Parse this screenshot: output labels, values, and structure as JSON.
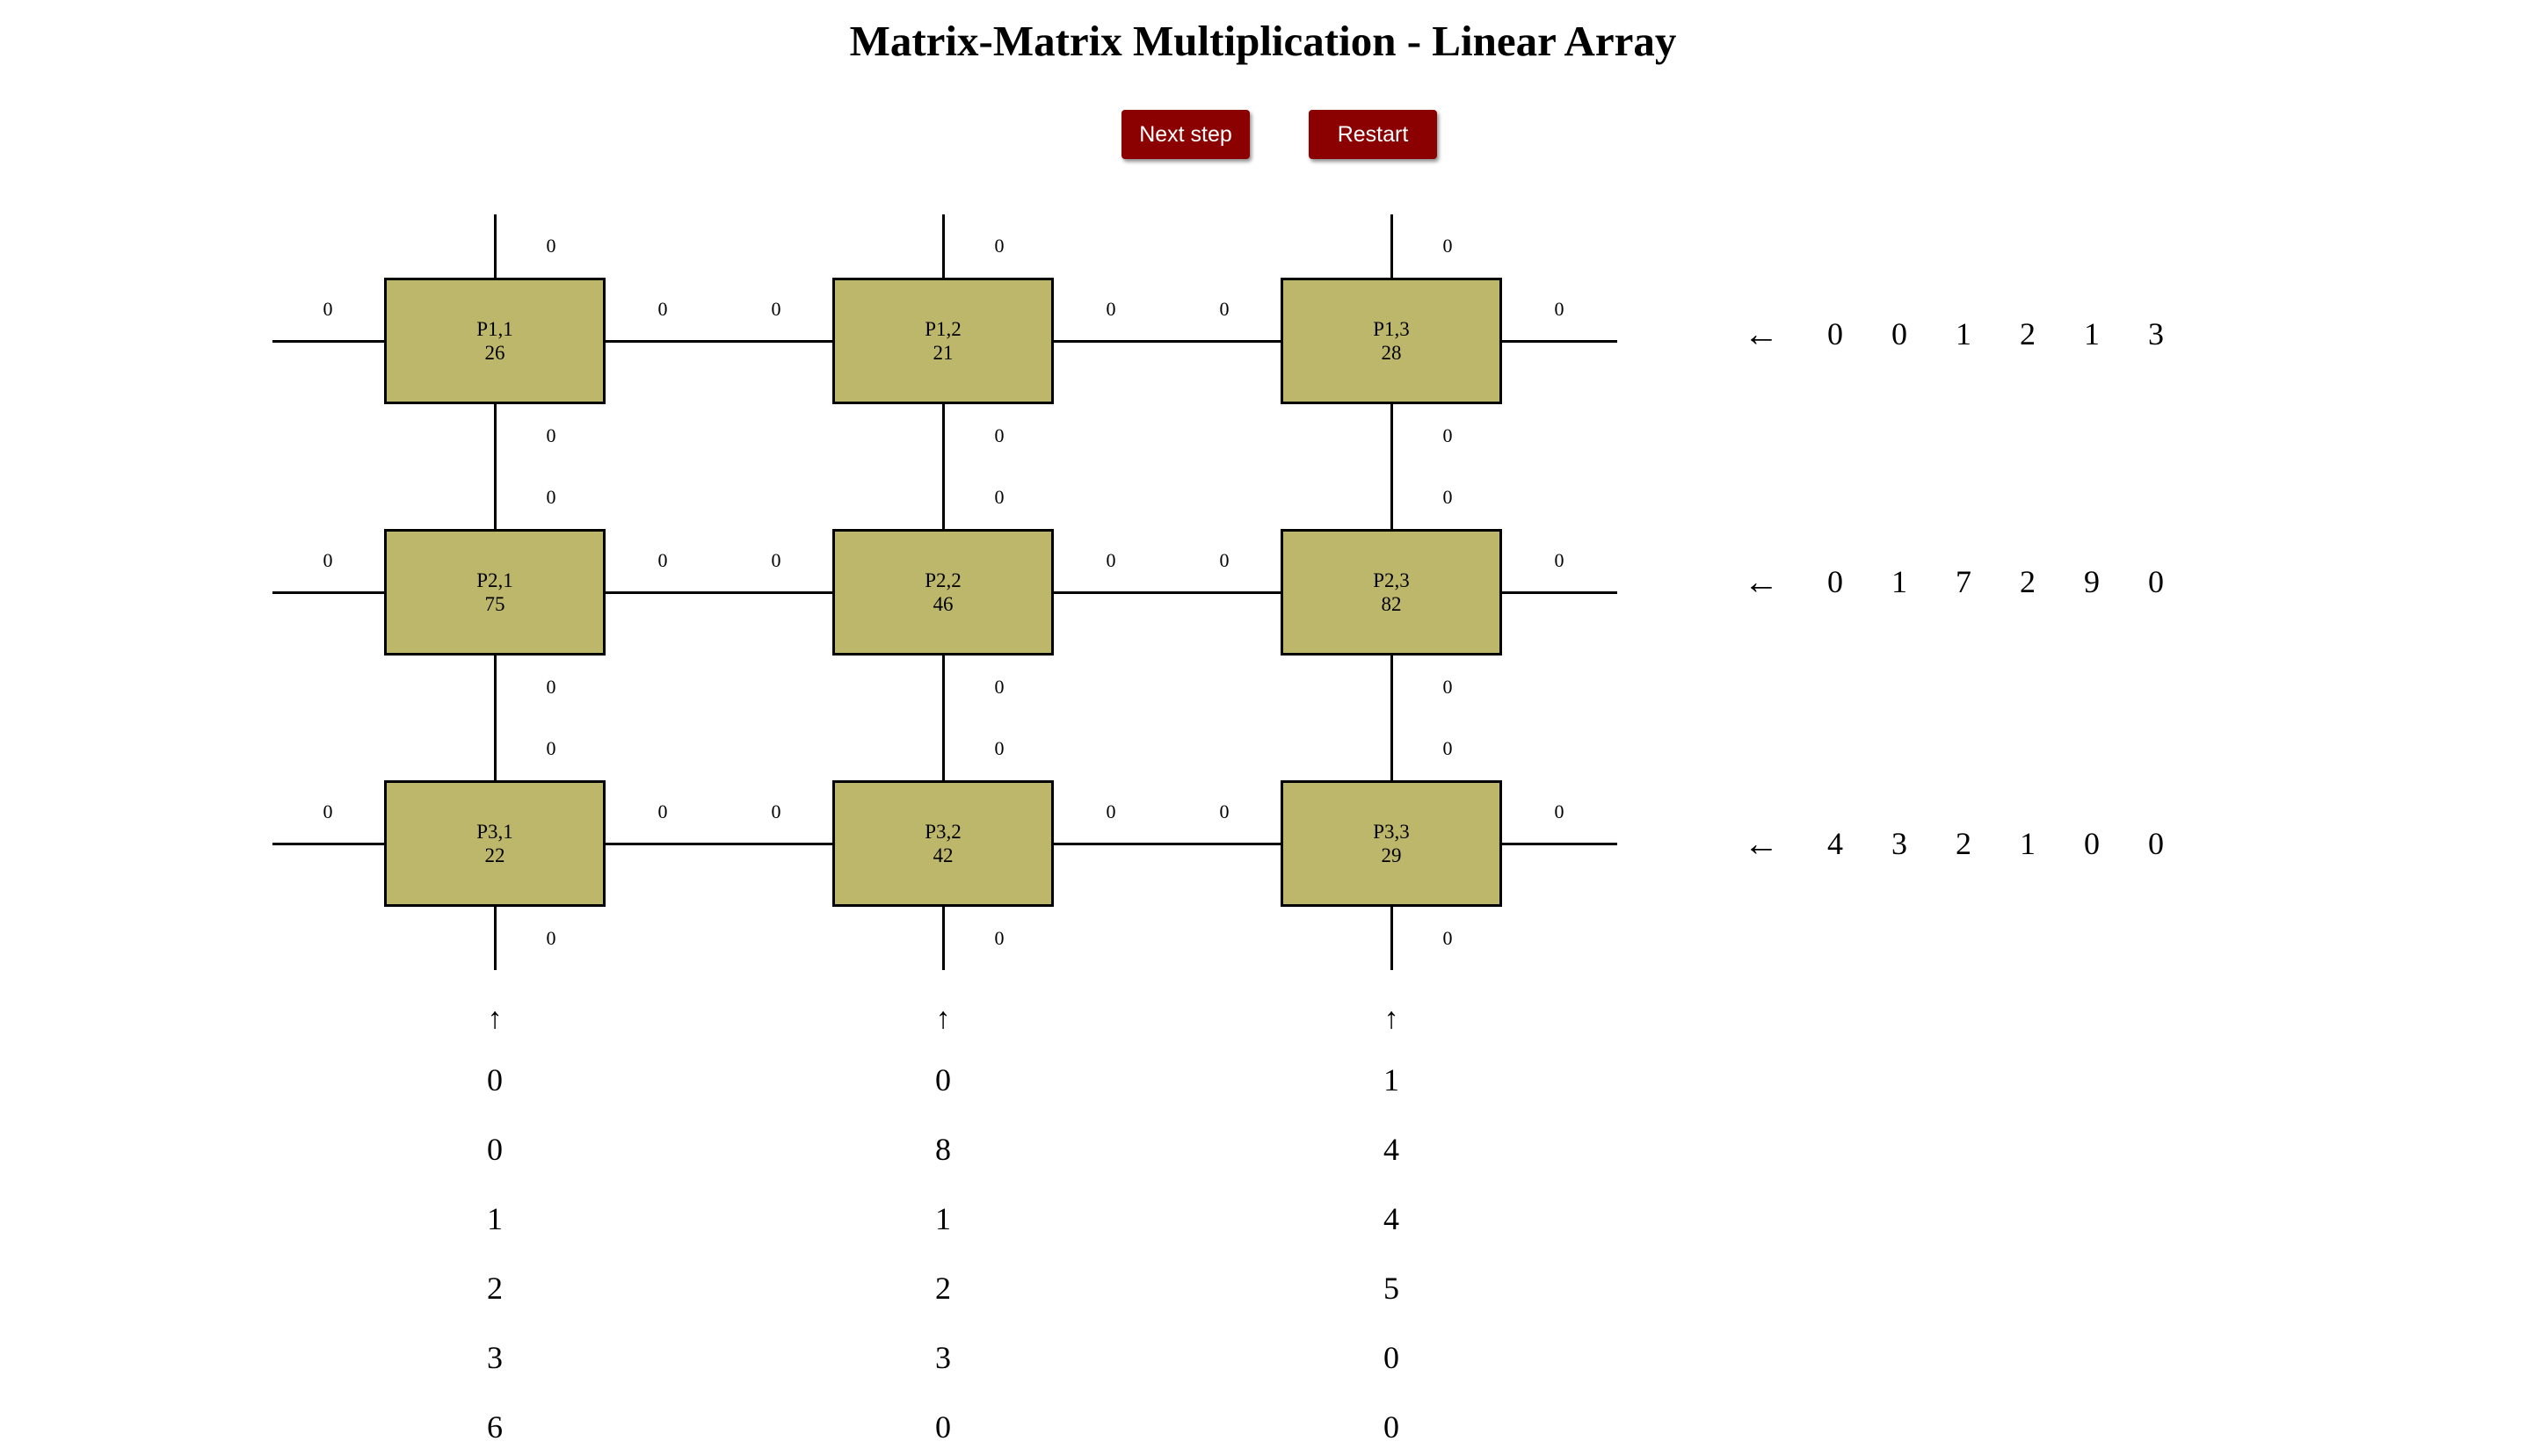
{
  "title": "Matrix-Matrix Multiplication - Linear Array",
  "buttons": {
    "next_label": "Next step",
    "restart_label": "Restart",
    "color": "#8b0000"
  },
  "colors": {
    "processor_fill": "#bdb76b",
    "line": "#000000"
  },
  "grid": {
    "rows": 3,
    "cols": 3
  },
  "processors": [
    [
      {
        "label": "P1,1",
        "value": "26",
        "top": "0",
        "left": "0",
        "right": "0",
        "bottom": "0"
      },
      {
        "label": "P1,2",
        "value": "21",
        "top": "0",
        "left": "0",
        "right": "0",
        "bottom": "0"
      },
      {
        "label": "P1,3",
        "value": "28",
        "top": "0",
        "left": "0",
        "right": "0",
        "bottom": "0"
      }
    ],
    [
      {
        "label": "P2,1",
        "value": "75",
        "top": "0",
        "left": "0",
        "right": "0",
        "bottom": "0"
      },
      {
        "label": "P2,2",
        "value": "46",
        "top": "0",
        "left": "0",
        "right": "0",
        "bottom": "0"
      },
      {
        "label": "P2,3",
        "value": "82",
        "top": "0",
        "left": "0",
        "right": "0",
        "bottom": "0"
      }
    ],
    [
      {
        "label": "P3,1",
        "value": "22",
        "top": "0",
        "left": "0",
        "right": "0",
        "bottom": "0"
      },
      {
        "label": "P3,2",
        "value": "42",
        "top": "0",
        "left": "0",
        "right": "0",
        "bottom": "0"
      },
      {
        "label": "P3,3",
        "value": "29",
        "top": "0",
        "left": "0",
        "right": "0",
        "bottom": "0"
      }
    ]
  ],
  "row_inputs": {
    "arrow": "←",
    "rows": [
      [
        "0",
        "0",
        "1",
        "2",
        "1",
        "3"
      ],
      [
        "0",
        "1",
        "7",
        "2",
        "9",
        "0"
      ],
      [
        "4",
        "3",
        "2",
        "1",
        "0",
        "0"
      ]
    ]
  },
  "col_inputs": {
    "arrow": "↑",
    "cols": [
      [
        "0",
        "0",
        "1",
        "2",
        "3",
        "6"
      ],
      [
        "0",
        "8",
        "1",
        "2",
        "3",
        "0"
      ],
      [
        "1",
        "4",
        "4",
        "5",
        "0",
        "0"
      ]
    ]
  }
}
